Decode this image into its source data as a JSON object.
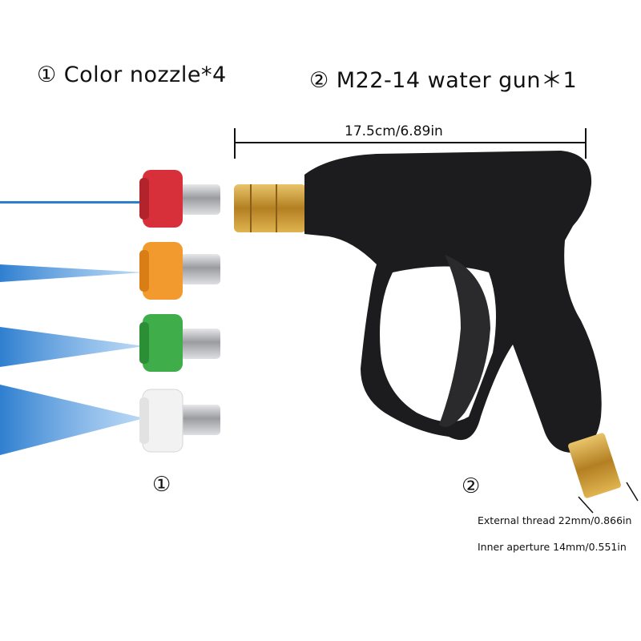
{
  "header": {
    "item1": "① Color nozzle*4",
    "item2": "② M22-14 water gun＊1"
  },
  "dimension": {
    "length": "17.5cm/6.89in"
  },
  "markers": {
    "nozzles": "①",
    "gun": "②"
  },
  "specs": {
    "external_thread": "External thread 22mm/0.866in",
    "inner_aperture": "Inner aperture 14mm/0.551in"
  },
  "nozzle_colors": {
    "red": "#d8303a",
    "orange": "#f29a2e",
    "green": "#3fae4a",
    "white": "#f2f2f2"
  },
  "spray_color": "#2f7fd0",
  "brass_color": "#c8952f",
  "gun_color": "#1c1c1e"
}
